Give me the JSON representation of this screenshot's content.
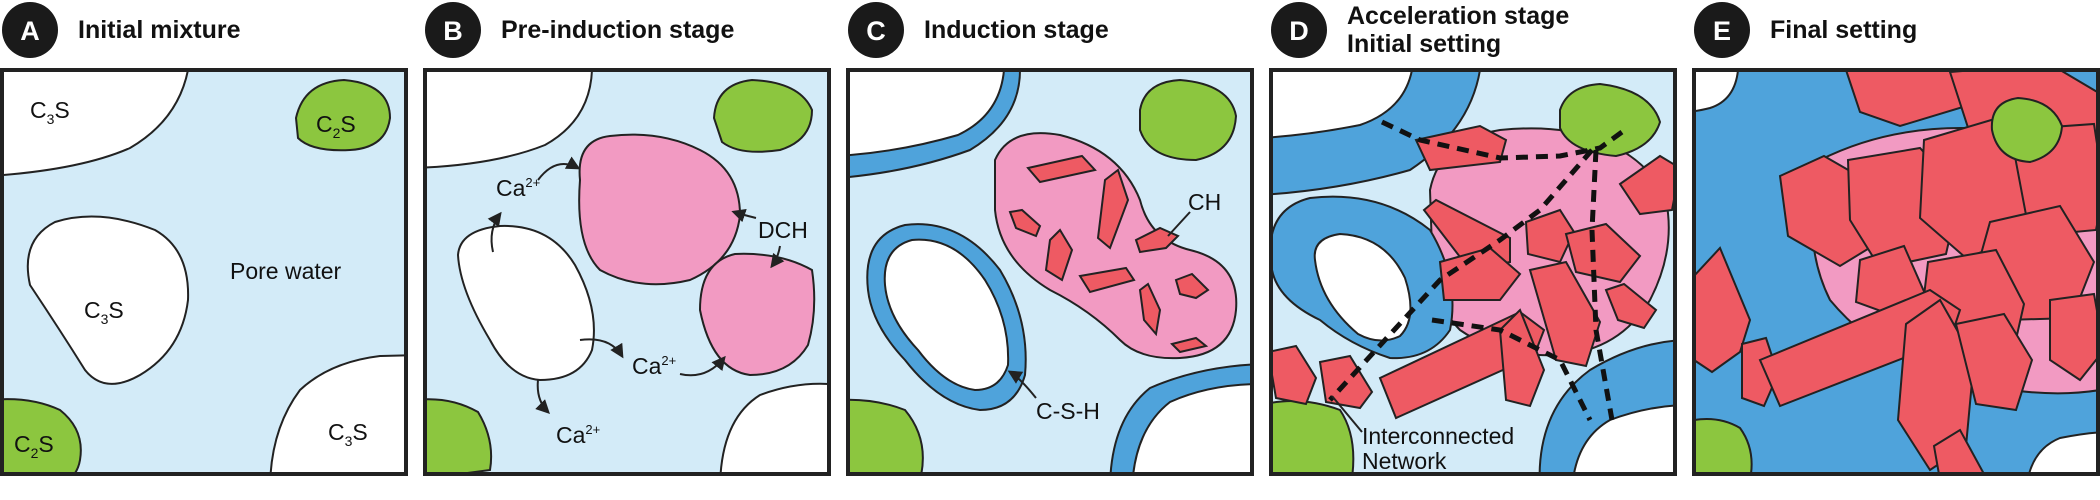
{
  "colors": {
    "pore_water": "#d3ebf8",
    "c3s": "#ffffff",
    "c2s": "#8cc63f",
    "dch": "#f29ac2",
    "ch": "#ee5a63",
    "csh": "#4fa3db",
    "outline": "#222222",
    "badge": "#1a1a1a"
  },
  "panels": [
    {
      "letter": "A",
      "title": "Initial mixture",
      "labels": {
        "c3s_top": {
          "main": "C",
          "sub": "3",
          "tail": "S"
        },
        "c3s_mid": {
          "main": "C",
          "sub": "3",
          "tail": "S"
        },
        "c3s_br": {
          "main": "C",
          "sub": "3",
          "tail": "S"
        },
        "c2s_tr": {
          "main": "C",
          "sub": "2",
          "tail": "S"
        },
        "c2s_bl": {
          "main": "C",
          "sub": "2",
          "tail": "S"
        },
        "pore_water": "Pore water"
      }
    },
    {
      "letter": "B",
      "title": "Pre-induction stage",
      "labels": {
        "ca_1": {
          "main": "Ca",
          "sup": "2+"
        },
        "ca_2": {
          "main": "Ca",
          "sup": "2+"
        },
        "ca_3": {
          "main": "Ca",
          "sup": "2+"
        },
        "dch": "DCH"
      }
    },
    {
      "letter": "C",
      "title": "Induction stage",
      "labels": {
        "ch": "CH",
        "csh": "C-S-H"
      }
    },
    {
      "letter": "D",
      "title_line1": "Acceleration stage",
      "title_line2": "Initial setting",
      "labels": {
        "network_line1": "Interconnected",
        "network_line2": "Network"
      }
    },
    {
      "letter": "E",
      "title": "Final setting"
    }
  ]
}
